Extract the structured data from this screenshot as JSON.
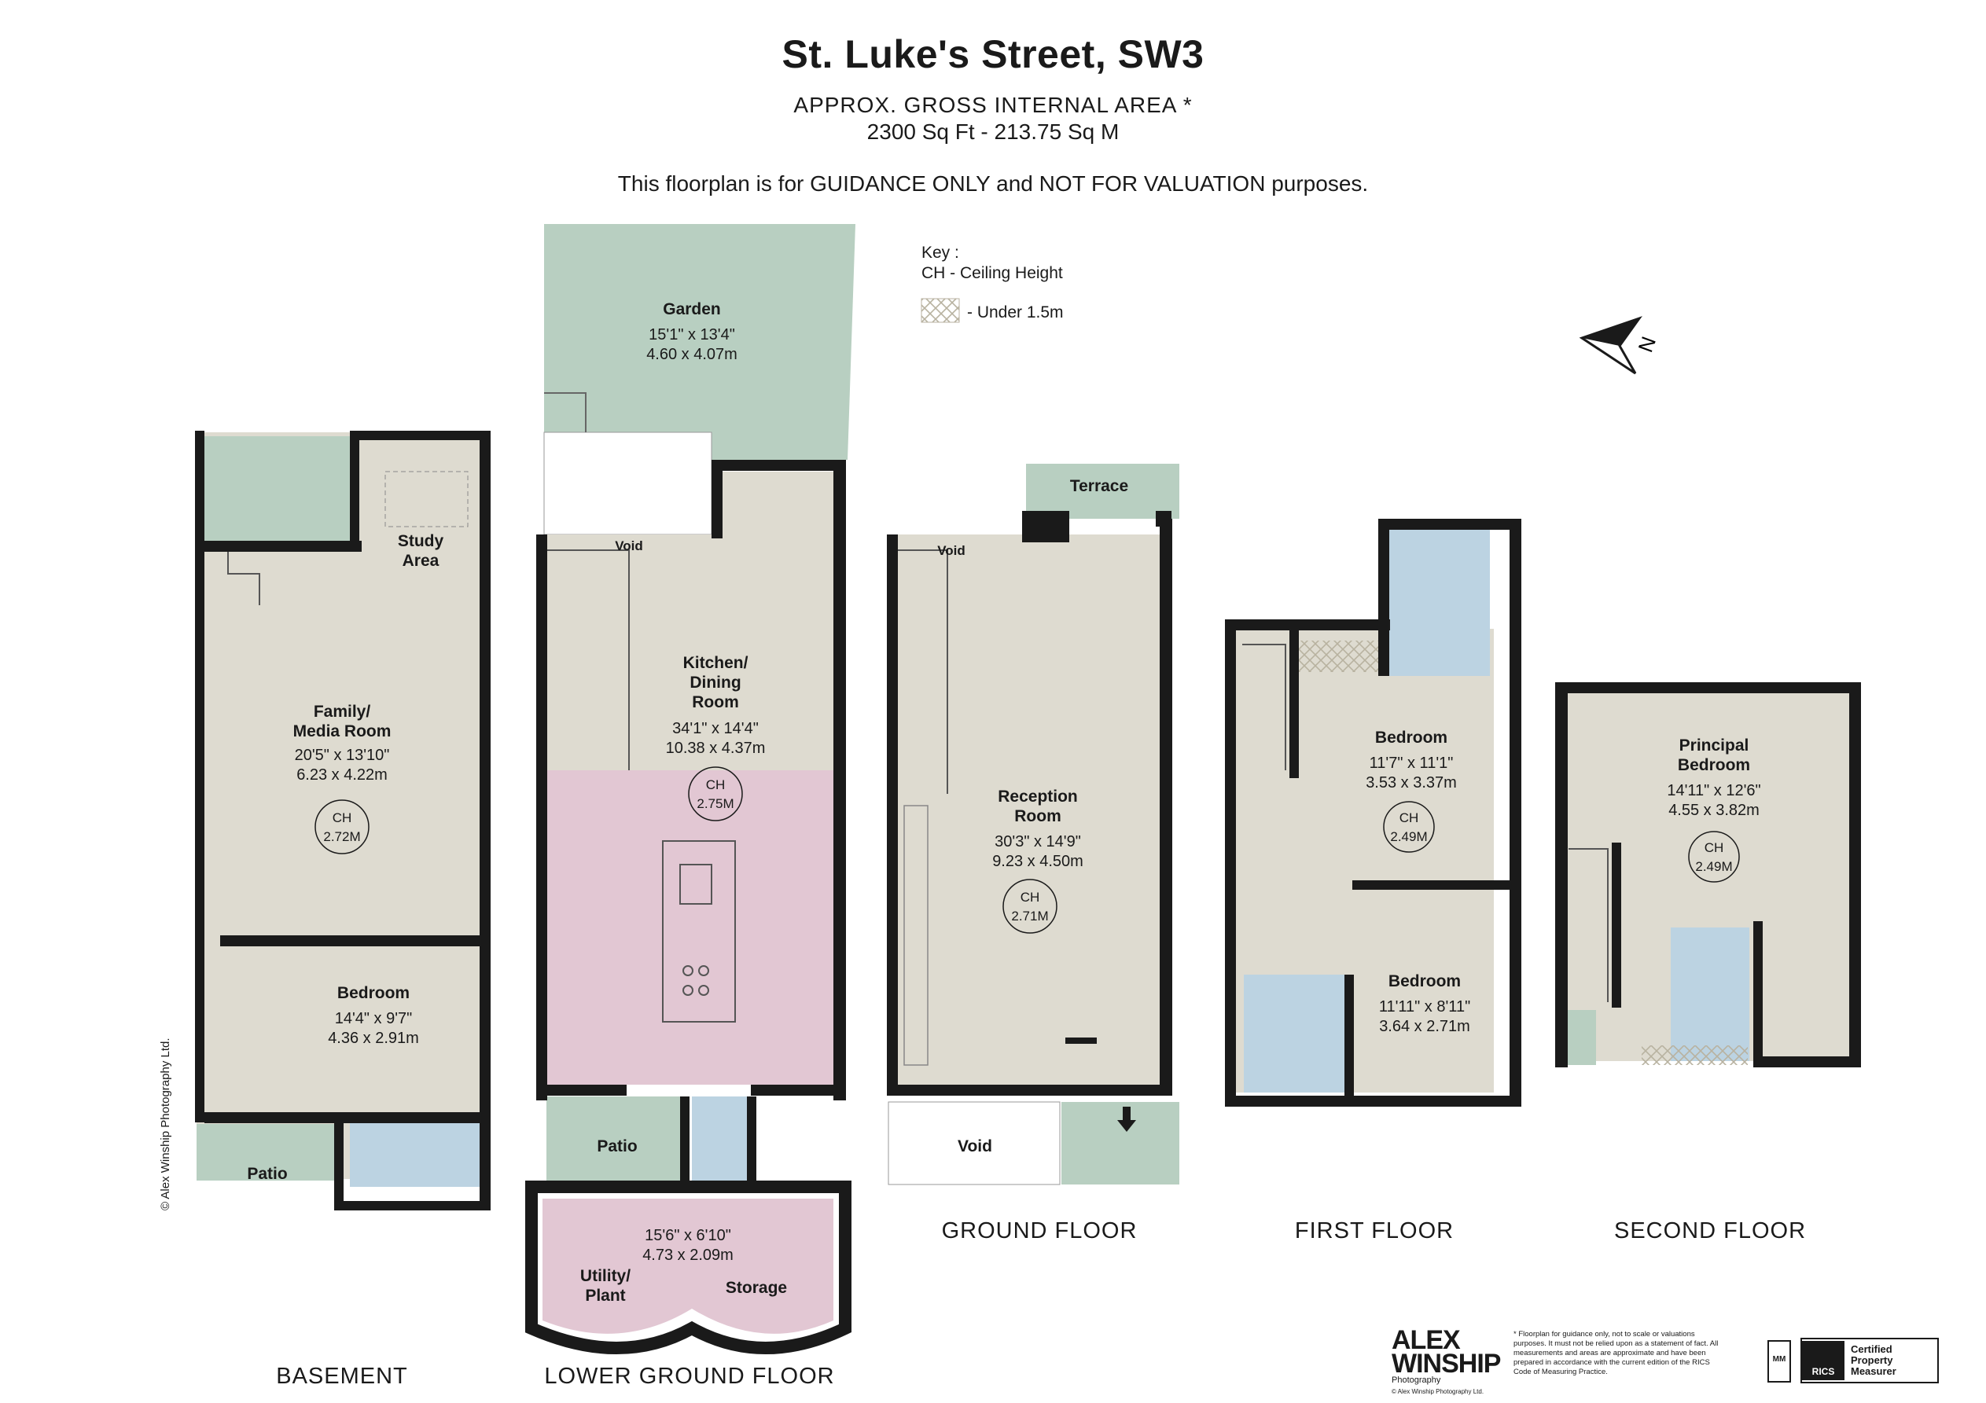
{
  "header": {
    "title": "St. Luke's Street, SW3",
    "area_label": "APPROX. GROSS INTERNAL  AREA *",
    "area_value": "2300 Sq Ft  -  213.75 Sq M",
    "disclaimer": "This floorplan is for GUIDANCE ONLY and NOT FOR VALUATION purposes."
  },
  "key": {
    "title": "Key :",
    "ch_line": "CH - Ceiling Height",
    "hatch_line": "- Under 1.5m"
  },
  "compass": {
    "label": "N"
  },
  "colors": {
    "room": "#dedbd0",
    "outdoor": "#b8cfc1",
    "kitchen": "#e2c7d3",
    "bathroom": "#bcd3e2",
    "wall": "#1a1a1a"
  },
  "floors": {
    "basement": {
      "label": "BASEMENT",
      "study": {
        "name_line1": "Study",
        "name_line2": "Area"
      },
      "family": {
        "name_line1": "Family/",
        "name_line2": "Media Room",
        "imperial": "20'5\" x 13'10\"",
        "metric": "6.23 x 4.22m",
        "ch_label": "CH",
        "ch_value": "2.72M"
      },
      "bedroom": {
        "name": "Bedroom",
        "imperial": "14'4\" x 9'7\"",
        "metric": "4.36 x 2.91m"
      },
      "patio": {
        "name": "Patio"
      }
    },
    "lower_ground": {
      "label": "LOWER GROUND FLOOR",
      "garden": {
        "name": "Garden",
        "imperial": "15'1\" x 13'4\"",
        "metric": "4.60 x 4.07m"
      },
      "void": {
        "name": "Void"
      },
      "kitchen": {
        "name_line1": "Kitchen/",
        "name_line2": "Dining",
        "name_line3": "Room",
        "imperial": "34'1\" x 14'4\"",
        "metric": "10.38 x 4.37m",
        "ch_label": "CH",
        "ch_value": "2.75M"
      },
      "patio": {
        "name": "Patio"
      },
      "utility": {
        "imperial": "15'6\" x 6'10\"",
        "metric": "4.73 x 2.09m",
        "name_line1": "Utility/",
        "name_line2": "Plant"
      },
      "storage": {
        "name": "Storage"
      }
    },
    "ground": {
      "label": "GROUND FLOOR",
      "terrace": {
        "name": "Terrace"
      },
      "void_top": {
        "name": "Void"
      },
      "reception": {
        "name_line1": "Reception",
        "name_line2": "Room",
        "imperial": "30'3\" x 14'9\"",
        "metric": "9.23 x 4.50m",
        "ch_label": "CH",
        "ch_value": "2.71M"
      },
      "void_bottom": {
        "name": "Void"
      }
    },
    "first": {
      "label": "FIRST FLOOR",
      "bedroom_a": {
        "name": "Bedroom",
        "imperial": "11'7\" x 11'1\"",
        "metric": "3.53 x 3.37m",
        "ch_label": "CH",
        "ch_value": "2.49M"
      },
      "bedroom_b": {
        "name": "Bedroom",
        "imperial": "11'11\" x 8'11\"",
        "metric": "3.64 x 2.71m"
      }
    },
    "second": {
      "label": "SECOND FLOOR",
      "principal": {
        "name_line1": "Principal",
        "name_line2": "Bedroom",
        "imperial": "14'11\" x 12'6\"",
        "metric": "4.55 x 3.82m",
        "ch_label": "CH",
        "ch_value": "2.49M"
      }
    }
  },
  "footer": {
    "copyright": "© Alex Winship Photography Ltd.",
    "brand_line1": "ALEX",
    "brand_line2": "WINSHIP",
    "brand_line3": "Photography",
    "brand_line4": "© Alex Winship Photography Ltd.",
    "footnote": "* Floorplan for guidance only, not to scale or valuations purposes. It must not be relied upon as a statement of fact. All measurements and areas are approximate and have been prepared in accordance with the current edition of the RICS Code of Measuring Practice.",
    "mark_text": "MM",
    "rics_logo": "RICS",
    "rics_line1": "Certified",
    "rics_line2": "Property",
    "rics_line3": "Measurer"
  }
}
